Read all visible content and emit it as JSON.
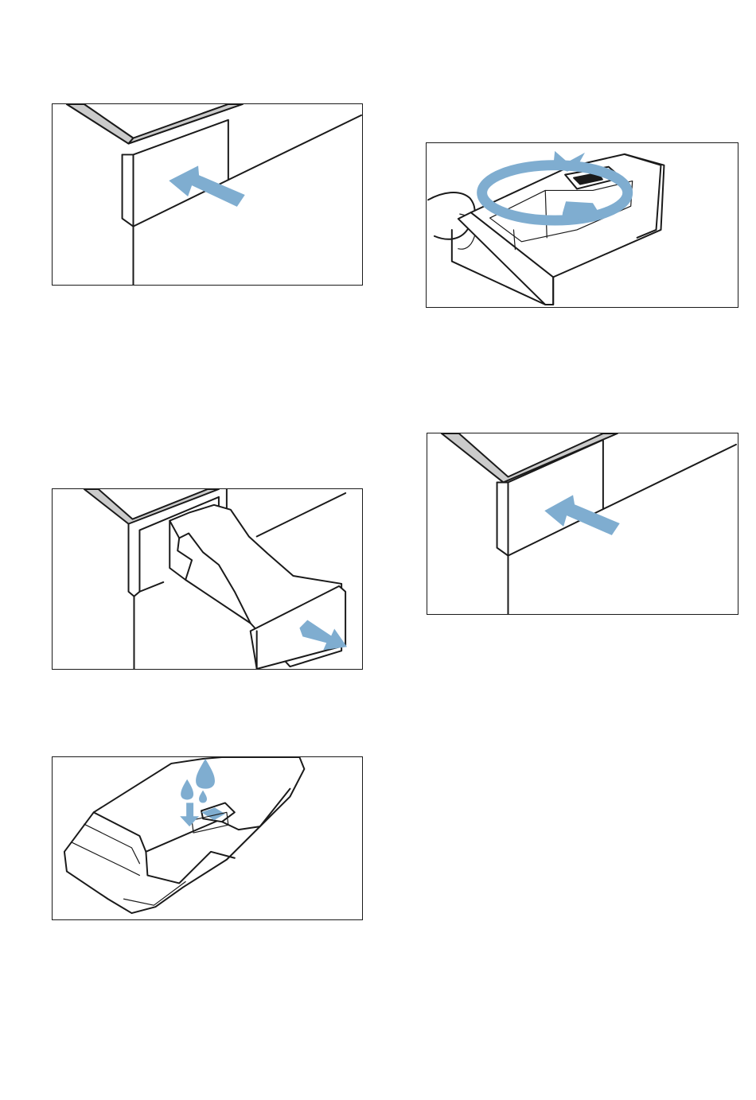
{
  "colors": {
    "page": "#ffffff",
    "frame": "#1a1a1a",
    "bezel": "#cbcbcb",
    "accent": "#7fadd0"
  },
  "figures": [
    {
      "id": "insert-drawer",
      "icon": "arrow-push-in-icon"
    },
    {
      "id": "pull-out-drawer",
      "icon": "arrow-pull-out-icon"
    },
    {
      "id": "wet-insert",
      "icon": "water-drops-icon"
    },
    {
      "id": "rotate-insert",
      "icon": "rotate-arrows-icon"
    },
    {
      "id": "close-drawer",
      "icon": "arrow-push-in-icon"
    }
  ]
}
